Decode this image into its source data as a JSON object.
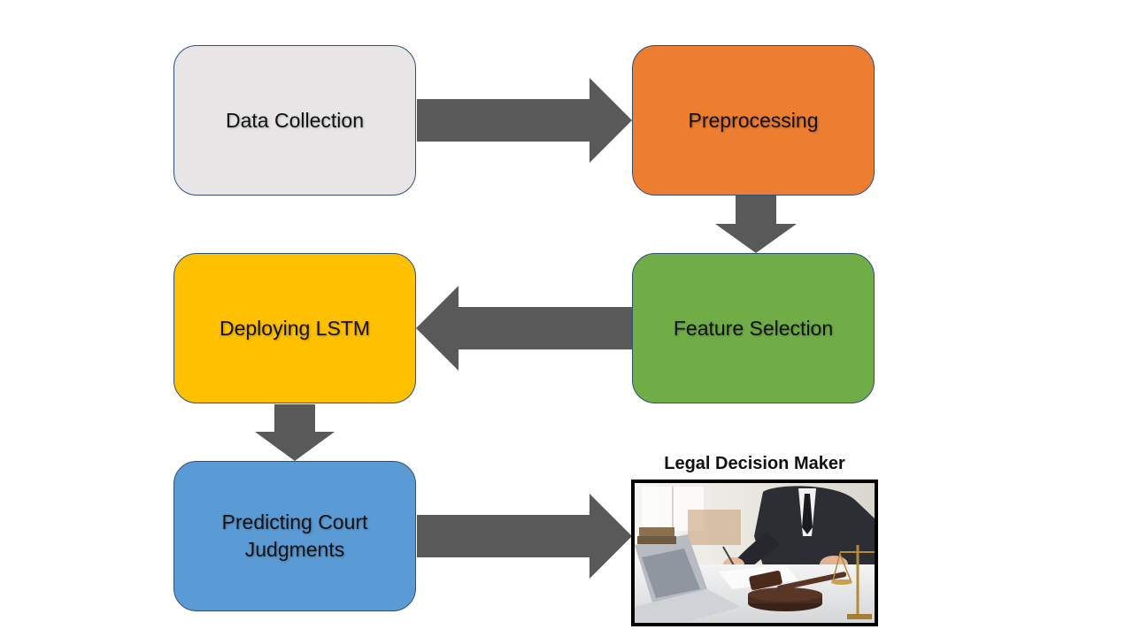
{
  "colors": {
    "data_collection": "#e7e5e6",
    "preprocessing": "#ed7d31",
    "feature_selection": "#70ad47",
    "deploying_lstm": "#ffc000",
    "predicting": "#5b9bd5",
    "arrow": "#595959"
  },
  "steps": [
    {
      "label": "Data Collection"
    },
    {
      "label": "Preprocessing"
    },
    {
      "label": "Feature Selection"
    },
    {
      "label": "Deploying LSTM"
    },
    {
      "label": "Predicting Court\nJudgments"
    }
  ],
  "output": {
    "caption": "Legal Decision Maker",
    "image_subject": "judge-writing-with-gavel-and-laptop"
  }
}
